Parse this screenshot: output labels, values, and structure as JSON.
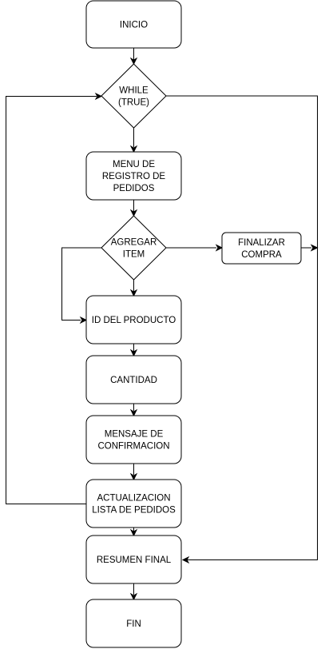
{
  "nodes": {
    "inicio": {
      "lines": [
        "INICIO"
      ]
    },
    "while": {
      "lines": [
        "WHILE",
        "(TRUE)"
      ]
    },
    "menu": {
      "lines": [
        "MENU DE",
        "REGISTRO DE",
        "PEDIDOS"
      ]
    },
    "agregar": {
      "lines": [
        "AGREGAR",
        "ITEM"
      ]
    },
    "finalizar": {
      "lines": [
        "FINALIZAR",
        "COMPRA"
      ]
    },
    "id_producto": {
      "lines": [
        "ID DEL PRODUCTO"
      ]
    },
    "cantidad": {
      "lines": [
        "CANTIDAD"
      ]
    },
    "mensaje": {
      "lines": [
        "MENSAJE DE",
        "CONFIRMACION"
      ]
    },
    "actualizacion": {
      "lines": [
        "ACTUALIZACION",
        "LISTA DE PEDIDOS"
      ]
    },
    "resumen": {
      "lines": [
        "RESUMEN FINAL"
      ]
    },
    "fin": {
      "lines": [
        "FIN"
      ]
    }
  }
}
